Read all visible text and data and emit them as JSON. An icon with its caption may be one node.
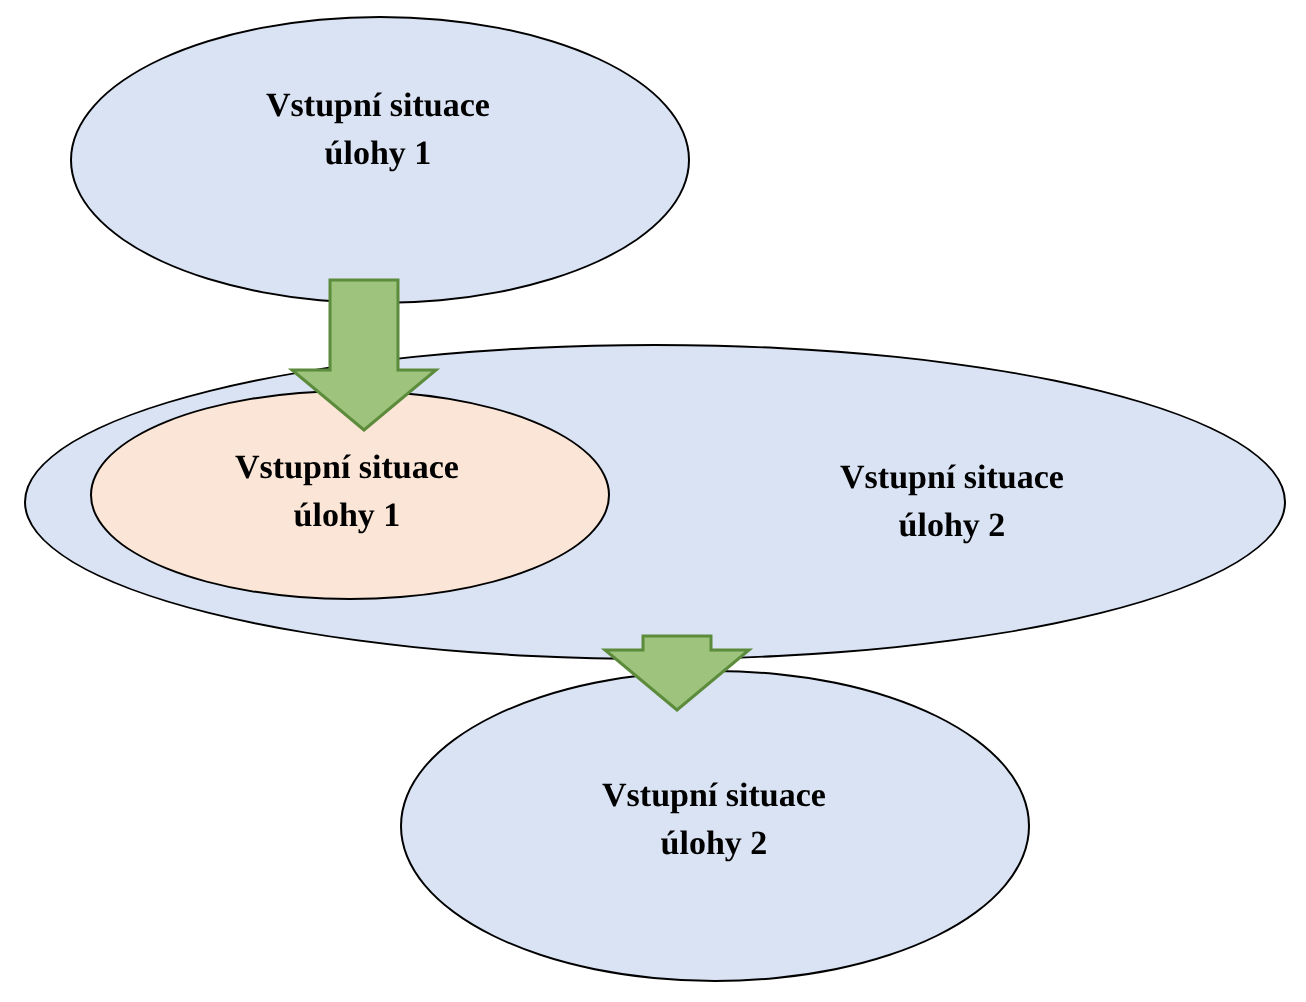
{
  "diagram": {
    "nodes": [
      {
        "text": [
          "Vstupní situace úlohy 1"
        ]
      },
      {
        "text": [
          "Vstupní situace úlohy 2"
        ]
      },
      {
        "text": [
          "Vstupní situace úlohy 1"
        ],
        "in": 1
      },
      {
        "text": [
          "Vstupní situace úlohy 2"
        ]
      }
    ],
    "edges": [
      {
        "from": 0,
        "to": 2,
        "arrow": "to"
      },
      {
        "from": 1,
        "to": 3,
        "arrow": "to"
      }
    ]
  }
}
